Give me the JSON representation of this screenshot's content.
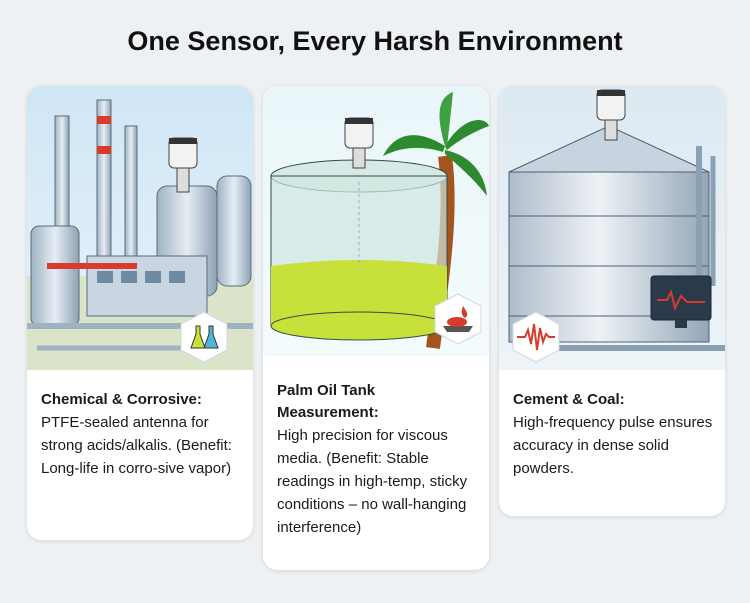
{
  "page": {
    "title": "One Sensor, Every Harsh Environment"
  },
  "cards": [
    {
      "heading": "Chemical & Corrosive:",
      "body": "PTFE-sealed antenna for strong acids/alkalis. (Benefit: Long-life in corro-sive vapor)",
      "icon": "flask-icon"
    },
    {
      "heading": "Palm Oil Tank Measurement:",
      "body": "High precision for viscous media. (Benefit: Stable readings in high-temp, sticky conditions – no wall-hanging interference)",
      "icon": "oil-drop-icon"
    },
    {
      "heading": "Cement & Coal:",
      "body": "High-frequency pulse ensures accuracy in dense solid powders.",
      "icon": "pulse-wave-icon"
    }
  ],
  "colors": {
    "background": "#eef1f4",
    "card": "#ffffff",
    "palm_oil": "#c8e03a",
    "sensor_red": "#d93a2b"
  }
}
